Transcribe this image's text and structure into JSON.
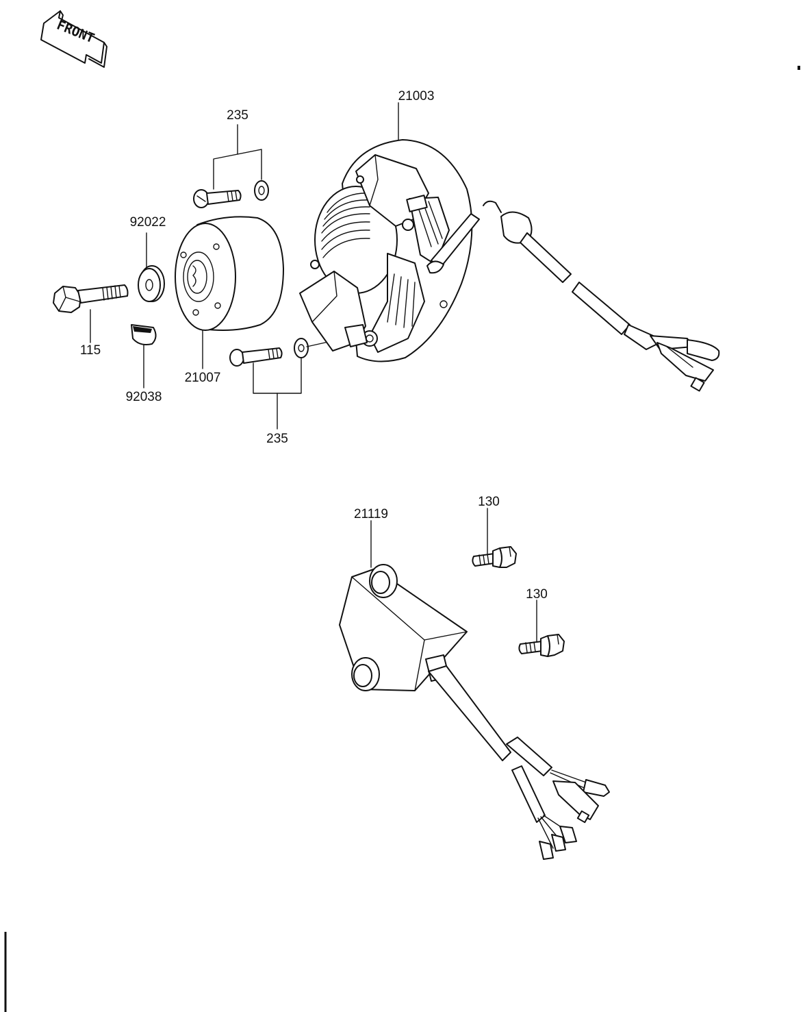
{
  "orientation": {
    "front_label": "FRONT"
  },
  "parts": [
    {
      "id": "p21003",
      "number": "21003"
    },
    {
      "id": "p235_top",
      "number": "235"
    },
    {
      "id": "p92022",
      "number": "92022"
    },
    {
      "id": "p115",
      "number": "115"
    },
    {
      "id": "p92038",
      "number": "92038"
    },
    {
      "id": "p21007",
      "number": "21007"
    },
    {
      "id": "p235_bottom",
      "number": "235"
    },
    {
      "id": "p21119",
      "number": "21119"
    },
    {
      "id": "p130_top",
      "number": "130"
    },
    {
      "id": "p130_bottom",
      "number": "130"
    }
  ]
}
